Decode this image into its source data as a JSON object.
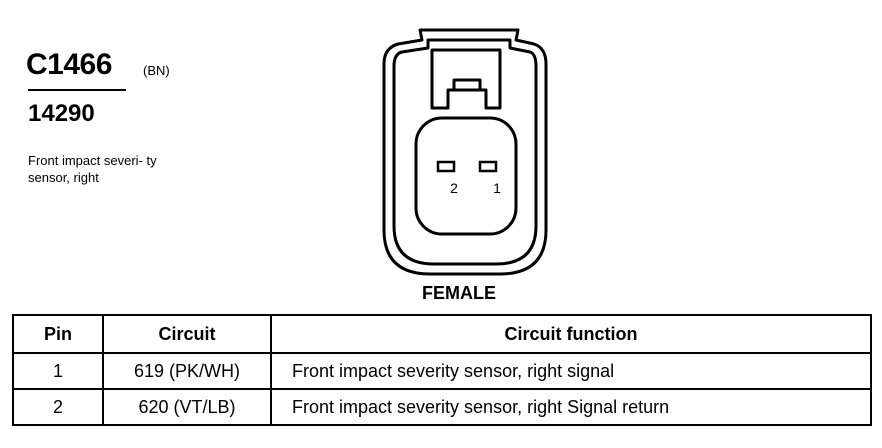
{
  "connector": {
    "id": "C1466",
    "color_code": "(BN)",
    "part_number": "14290",
    "description": "Front impact severi- ty sensor, right",
    "gender": "FEMALE",
    "pin_labels": [
      "2",
      "1"
    ]
  },
  "table": {
    "headers": {
      "pin": "Pin",
      "circuit": "Circuit",
      "function": "Circuit function"
    },
    "rows": [
      {
        "pin": "1",
        "circuit": "619 (PK/WH)",
        "function": "Front impact severity sensor, right signal"
      },
      {
        "pin": "2",
        "circuit": "620 (VT/LB)",
        "function": "Front impact severity sensor, right Signal return"
      }
    ]
  }
}
